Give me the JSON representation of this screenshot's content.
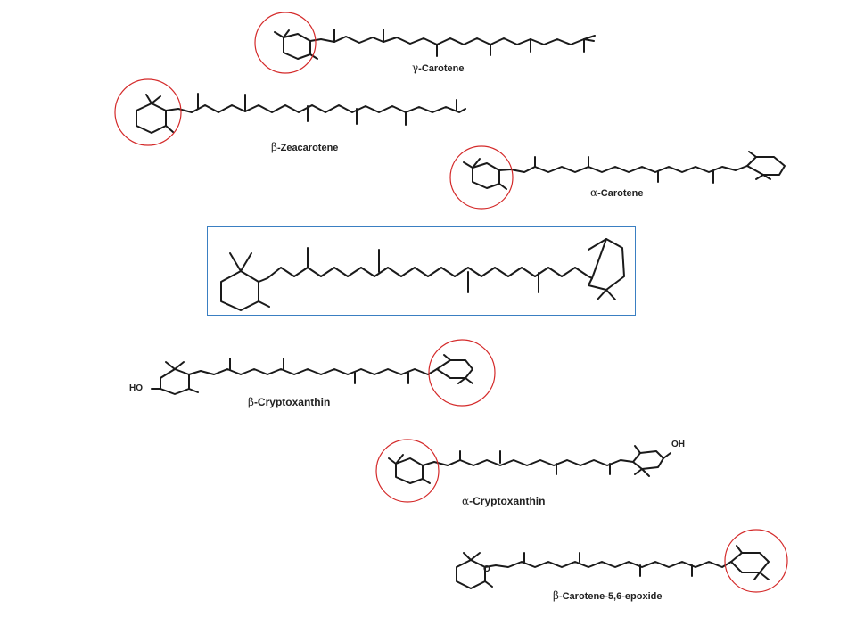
{
  "molecules": [
    {
      "prefix": "γ",
      "name": "-Carotene"
    },
    {
      "prefix": "β",
      "name": "-Zeacarotene"
    },
    {
      "prefix": "α",
      "name": "-Carotene"
    },
    {
      "prefix": "",
      "name": ""
    },
    {
      "prefix": "β",
      "name": "-Cryptoxanthin"
    },
    {
      "prefix": "α",
      "name": "-Cryptoxanthin"
    },
    {
      "prefix": "β",
      "name": "-Carotene-5,6-epoxide"
    }
  ],
  "atoms": {
    "ho": "HO",
    "oh": "OH",
    "o": "O"
  },
  "colors": {
    "highlight_circle": "#d42a2a",
    "center_box_border": "#3a7fc2",
    "bond": "#1a1a1a"
  }
}
